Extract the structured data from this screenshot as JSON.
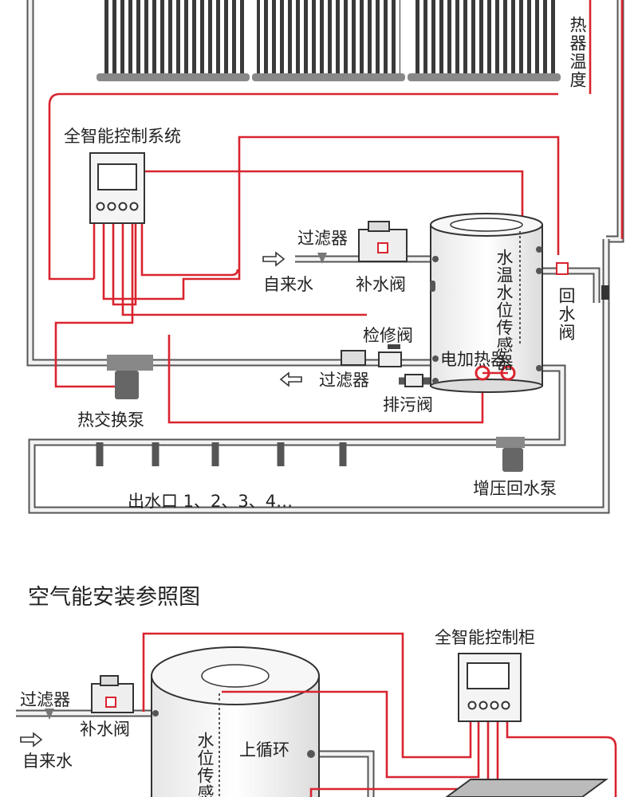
{
  "diagram1": {
    "collector_sensor_label": "热器温度",
    "controller_title": "全智能控制系统",
    "filter_top": "过滤器",
    "tap_water": "自来水",
    "makeup_valve": "补水阀",
    "sensor_label": "水温水位传感器",
    "return_valve": "回水阀",
    "service_valve": "检修阀",
    "electric_heater": "电加热器",
    "filter_bottom": "过滤器",
    "drain_valve": "排污阀",
    "heat_exchange_pump": "热交换泵",
    "outlets": "出水口 1、2、3、4…",
    "booster_pump": "增压回水泵"
  },
  "diagram2": {
    "title": "空气能安装参照图",
    "controller_title": "全智能控制柜",
    "filter": "过滤器",
    "makeup_valve": "补水阀",
    "tap_water": "自来水",
    "sensor_label": "水位传感器",
    "upper_circulation": "上循环"
  },
  "colors": {
    "wire": "#d9242f",
    "pipe": "#555555",
    "device": "#f4f4f4"
  }
}
